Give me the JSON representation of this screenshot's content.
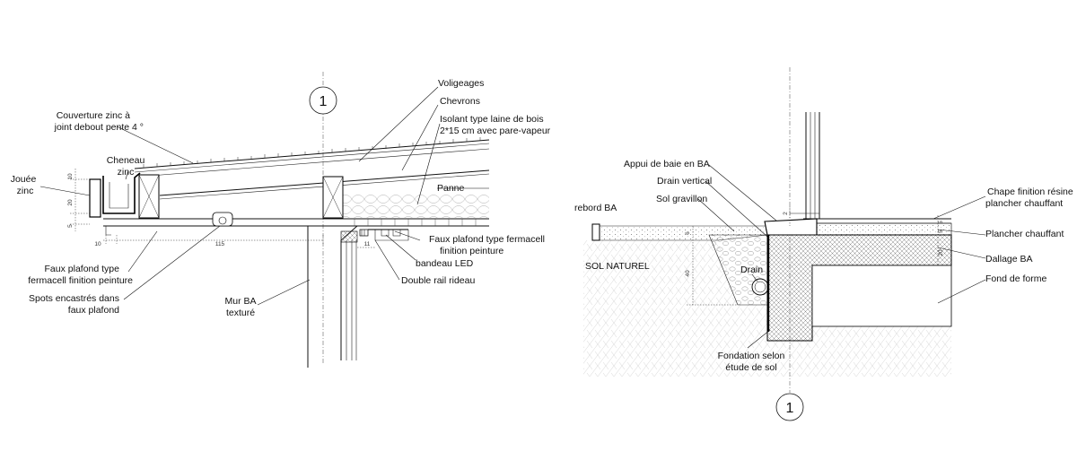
{
  "left_detail": {
    "axis_label": "1",
    "labels": {
      "voligeages": "Voligeages",
      "chevrons": "Chevrons",
      "isolant_1": "Isolant type laine de bois",
      "isolant_2": "2*15 cm avec pare-vapeur",
      "couverture_1": "Couverture zinc à",
      "couverture_2": "joint debout pente 4 °",
      "cheneau_1": "Cheneau",
      "cheneau_2": "zinc",
      "jouee_1": "Jouée",
      "jouee_2": "zinc",
      "panne": "Panne",
      "faux_plafond_fermacell_1": "Faux plafond type fermacell",
      "faux_plafond_fermacell_2": "finition peinture",
      "bandeau_led": "bandeau LED",
      "double_rail": "Double rail rideau",
      "faux_plafond_type_1": "Faux plafond type",
      "faux_plafond_type_2": "fermacell finition peinture",
      "spots_1": "Spots encastrés dans",
      "spots_2": "faux plafond",
      "mur_ba_1": "Mur BA",
      "mur_ba_2": "texturé"
    },
    "dims": {
      "d10_top": "10",
      "d20": "20",
      "d5": "5",
      "d10_bottom": "10",
      "d115": "115",
      "d11": "11"
    }
  },
  "right_detail": {
    "axis_label": "1",
    "labels": {
      "appui_baie": "Appui de baie en BA",
      "drain_vertical": "Drain vertical",
      "sol_gravillon": "Sol gravillon",
      "rebord_ba": "rebord BA",
      "sol_naturel": "SOL NATUREL",
      "drain": "Drain",
      "fondation_1": "Fondation selon",
      "fondation_2": "étude de sol",
      "chape_1": "Chape finition résine",
      "chape_2": "plancher chauffant",
      "plancher_chauffant": "Plancher chauffant",
      "dallage_ba": "Dallage BA",
      "fond_forme": "Fond de forme"
    },
    "dims": {
      "d2": "2",
      "d6": "6",
      "d40": "40",
      "d5a": "5",
      "d5b": "5",
      "d20": "20"
    }
  }
}
